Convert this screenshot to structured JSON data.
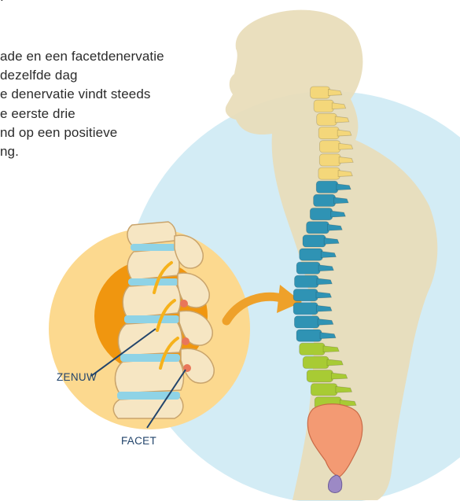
{
  "paragraph": {
    "top_fragment": ".",
    "lines": [
      "ade en een facetdenervatie",
      "dezelfde dag",
      "e denervatie vindt steeds",
      "e eerste drie",
      "nd op een positieve",
      "ng."
    ]
  },
  "labels": {
    "nerve": "ZENUW",
    "facet": "FACET"
  },
  "colors": {
    "background_circle": "#d3ecf5",
    "body_silhouette": "#e8dcb8",
    "detail_circle_outer": "#fcd98f",
    "detail_circle_inner": "#f0960f",
    "arrow": "#eea12a",
    "cervical": "#f4d77a",
    "thoracic": "#2f93b4",
    "lumbar": "#a8cb34",
    "sacrum": "#f39a73",
    "callout_line": "#22446b",
    "nerve": "#f6b21b"
  },
  "icons": {
    "detail": "lumbar-facet-joint-illustration",
    "arrow": "orange-curved-arrow",
    "spine": "spinal-column-illustration"
  }
}
